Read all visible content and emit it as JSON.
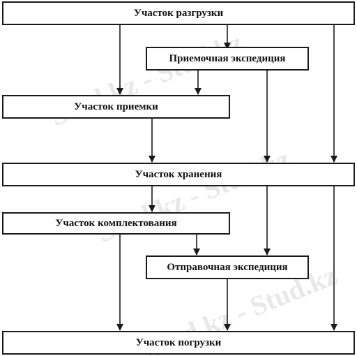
{
  "blocks": {
    "unloading": "Участок разгрузки",
    "receiving_expedition": "Приемочная экспедиция",
    "receiving": "Участок приемки",
    "storage": "Участок хранения",
    "picking": "Участок комплектования",
    "shipping_expedition": "Отправочная экспедиция",
    "loading": "Участок погрузки"
  },
  "watermark": {
    "text1": "Stud.kz - Stud.kz",
    "text2": "Stud.kz - Stud.kz",
    "text3": "Stud.kz - Stud.kz"
  }
}
